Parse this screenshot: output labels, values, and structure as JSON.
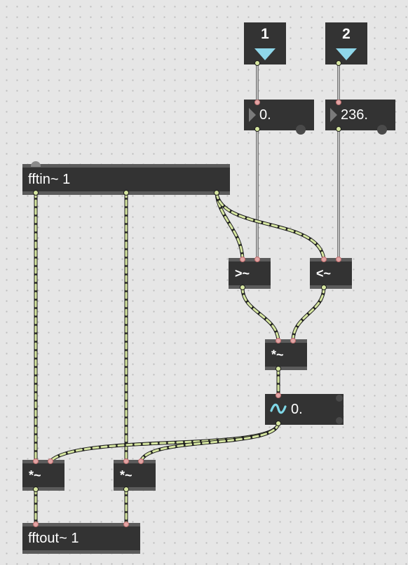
{
  "patch": {
    "objects": {
      "fftin": "fftin~ 1",
      "fftout": "fftout~ 1",
      "greater": ">~",
      "less": "<~",
      "mult_center": "*~",
      "mult_left": "*~",
      "mult_right": "*~"
    },
    "messages": {
      "msg_1": "1",
      "msg_2": "2"
    },
    "numbers": {
      "low_bin": "0.",
      "high_bin": "236.",
      "signal_display": "0."
    },
    "icons": {
      "signal_wave": "sine-wave-icon",
      "number_arrow": "triangle-right-icon",
      "message_arrow": "triangle-down-icon"
    },
    "colors": {
      "background": "#e6e6e6",
      "object_fill": "#333333",
      "object_border": "#5b5b5b",
      "signal_cord": "#d6e6a0",
      "control_cord": "#9a9a9a",
      "inlet": "#e2a5a5",
      "wave_icon": "#7fd6e6",
      "message_arrow": "#8fd7ea"
    }
  }
}
